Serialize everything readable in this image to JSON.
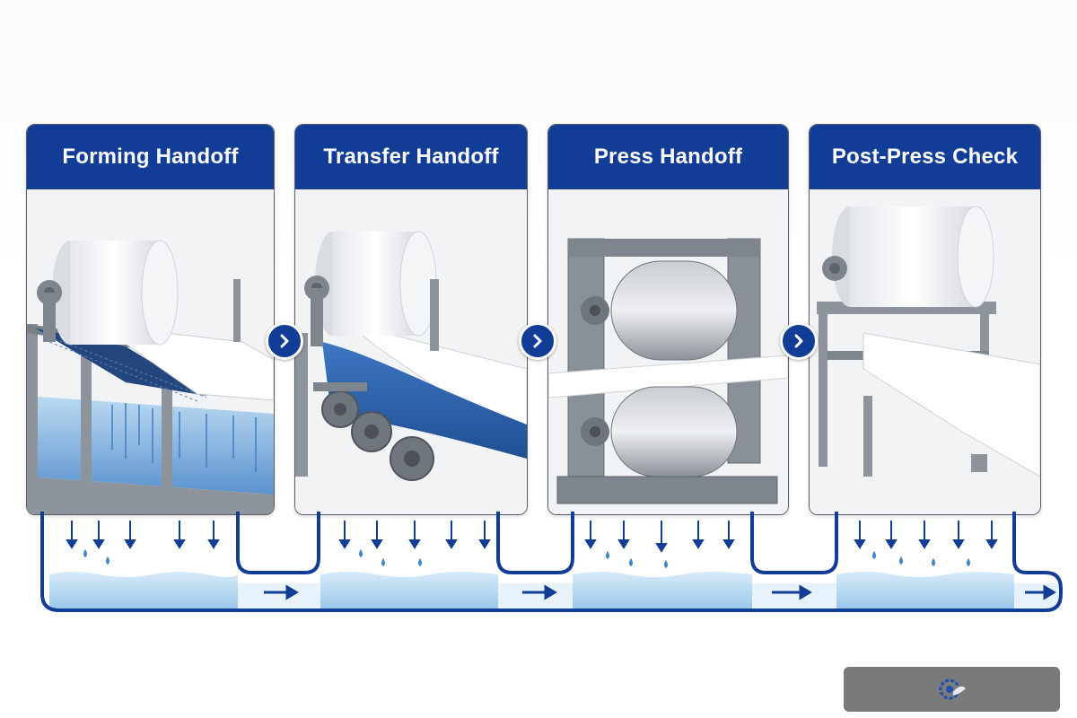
{
  "panels": [
    {
      "id": "forming",
      "title": "Forming Handoff"
    },
    {
      "id": "transfer",
      "title": "Transfer Handoff"
    },
    {
      "id": "press",
      "title": "Press Handoff"
    },
    {
      "id": "post-press",
      "title": "Post-Press Check"
    }
  ],
  "icons": {
    "connector": "chevron-right-icon",
    "flow": "arrow-right-icon",
    "drip": "water-drop-icon",
    "logo": "gear-logo-icon"
  },
  "colors": {
    "header": "#123d97",
    "belt_blue": "#2f65b0",
    "water": "#9cc8ea",
    "steel": "#8e949b",
    "logo_bar": "#7a7a7a"
  }
}
